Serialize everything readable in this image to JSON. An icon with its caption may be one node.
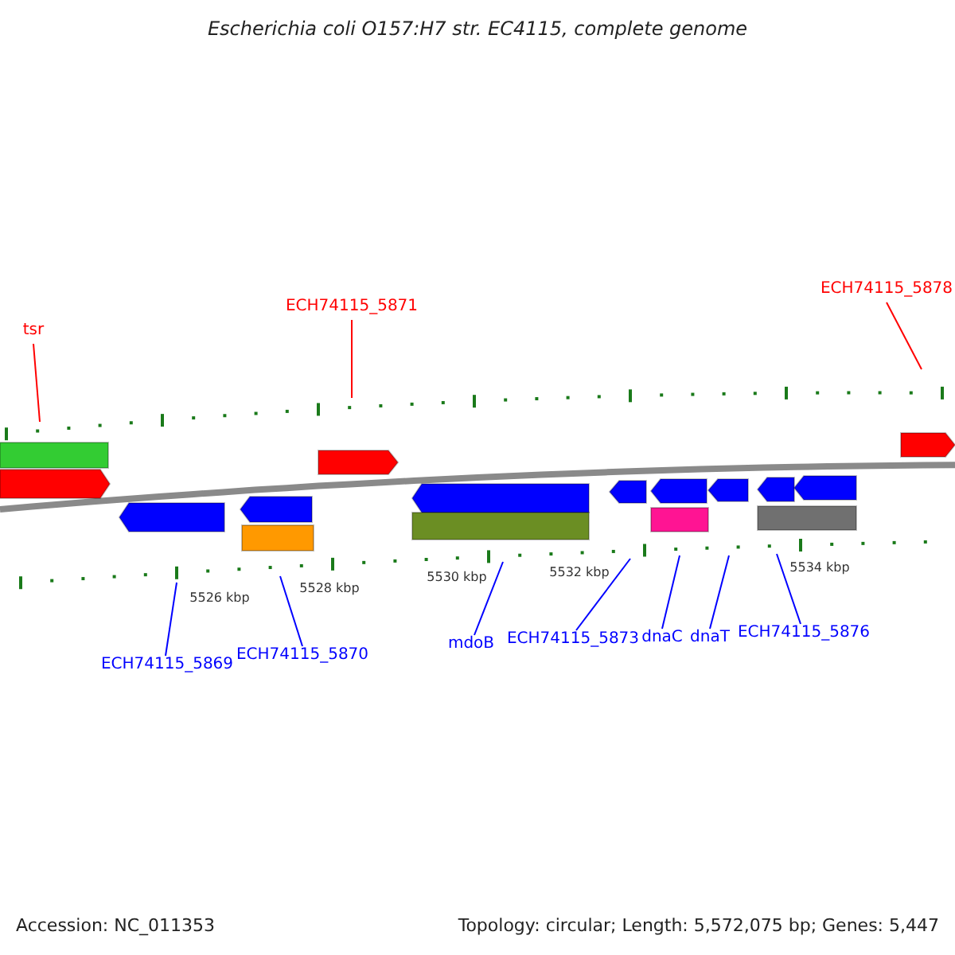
{
  "diagram": {
    "title": "Escherichia coli O157:H7 str. EC4115, complete genome",
    "nodes": [
      {
        "text": [
          "tsr"
        ]
      },
      {
        "text": [
          "ECH74115_5871"
        ]
      },
      {
        "text": [
          "ECH74115_5878"
        ]
      },
      {
        "text": [
          "ECH74115_5869"
        ]
      },
      {
        "text": [
          "ECH74115_5870"
        ]
      },
      {
        "text": [
          "mdoB"
        ]
      },
      {
        "text": [
          "ECH74115_5873"
        ]
      },
      {
        "text": [
          "dnaC"
        ]
      },
      {
        "text": [
          "dnaT"
        ]
      },
      {
        "text": [
          "ECH74115_5876"
        ]
      }
    ],
    "edges": [
      {
        "from": 0,
        "to": null,
        "arrow": "none",
        "color": "#ff0000"
      },
      {
        "from": 1,
        "to": null,
        "arrow": "none",
        "color": "#ff0000"
      },
      {
        "from": 2,
        "to": null,
        "arrow": "none",
        "color": "#ff0000"
      },
      {
        "from": 3,
        "to": null,
        "arrow": "none"
      },
      {
        "from": 4,
        "to": null,
        "arrow": "none"
      },
      {
        "from": 5,
        "to": null,
        "arrow": "none"
      },
      {
        "from": 6,
        "to": null,
        "arrow": "none"
      },
      {
        "from": 7,
        "to": null,
        "arrow": "none"
      },
      {
        "from": 8,
        "to": null,
        "arrow": "none"
      },
      {
        "from": 9,
        "to": null,
        "arrow": "none"
      }
    ],
    "labels": [
      "5526 kbp",
      "5528 kbp",
      "5530 kbp",
      "5532 kbp",
      "5534 kbp",
      "Accession: NC_011353",
      "Topology: circular; Length: 5,572,075 bp; Genes: 5,447"
    ]
  }
}
